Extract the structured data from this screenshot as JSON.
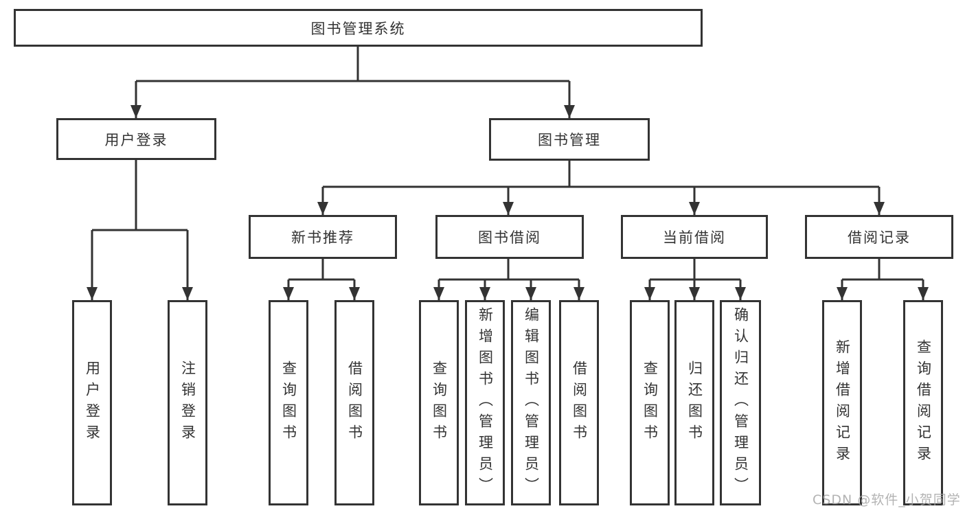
{
  "diagram": {
    "title": "图书管理系统",
    "nodes": {
      "root": "图书管理系统",
      "userLogin": "用户登录",
      "bookManagement": "图书管理",
      "newBookRecommend": "新书推荐",
      "bookBorrow": "图书借阅",
      "currentBorrow": "当前借阅",
      "borrowRecords": "借阅记录",
      "leafUserLogin": "用户登录",
      "leafLogout": "注销登录",
      "leafQueryBooksA": "查询图书",
      "leafBorrowBooksA": "借阅图书",
      "leafQueryBooksB": "查询图书",
      "leafAddBooksAdmin": "新增图书（管理员）",
      "leafEditBooksAdmin": "编辑图书（管理员）",
      "leafBorrowBooksB": "借阅图书",
      "leafQueryBooksC": "查询图书",
      "leafReturnBooks": "归还图书",
      "leafConfirmReturnAdmin": "确认归还（管理员）",
      "leafAddBorrowRecord": "新增借阅记录",
      "leafQueryBorrowRecord": "查询借阅记录"
    },
    "colors": {
      "line": "#333333",
      "text": "#333333",
      "box_fill": "#ffffff",
      "watermark": "#a6a6a6",
      "background": "#ffffff"
    }
  },
  "watermark": {
    "text": "CSDN @软件_小贺同学"
  }
}
